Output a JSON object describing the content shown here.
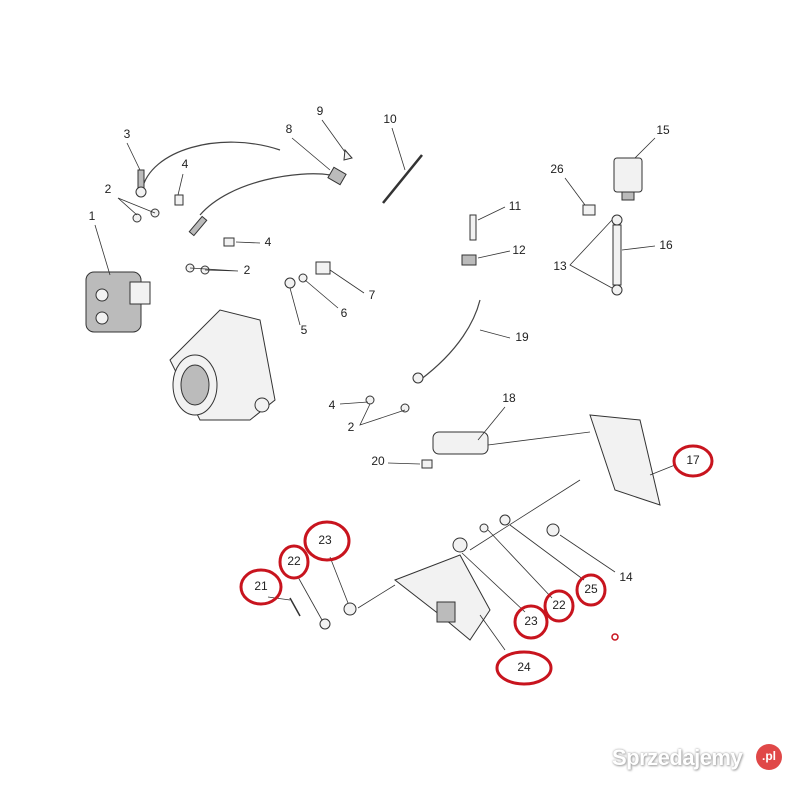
{
  "callouts": [
    "3",
    "4",
    "2",
    "1",
    "4",
    "2",
    "9",
    "8",
    "10",
    "7",
    "6",
    "5",
    "15",
    "26",
    "11",
    "12",
    "13",
    "16",
    "19",
    "18",
    "4",
    "2",
    "20",
    "17",
    "14",
    "25",
    "22",
    "23",
    "24",
    "21",
    "22",
    "23"
  ],
  "highlighted_callouts": [
    "17",
    "25",
    "22",
    "23",
    "24",
    "21",
    "22",
    "23"
  ],
  "highlight_color": "#c8141e",
  "watermark": {
    "name": "Sprzedajemy",
    "suffix": ".pl"
  }
}
